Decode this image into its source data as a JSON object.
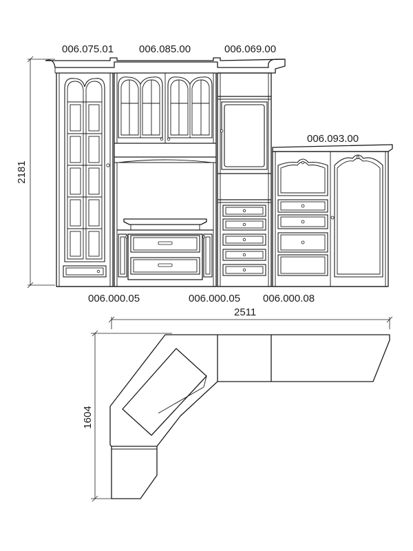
{
  "labels": {
    "top_1": "006.075.01",
    "top_2": "006.085.00",
    "top_3": "006.069.00",
    "right_top": "006.093.00",
    "bottom_1": "006.000.05",
    "bottom_2": "006.000.05",
    "bottom_3": "006.000.08"
  },
  "dimensions": {
    "height": "2181",
    "width": "2511",
    "depth": "1604"
  }
}
